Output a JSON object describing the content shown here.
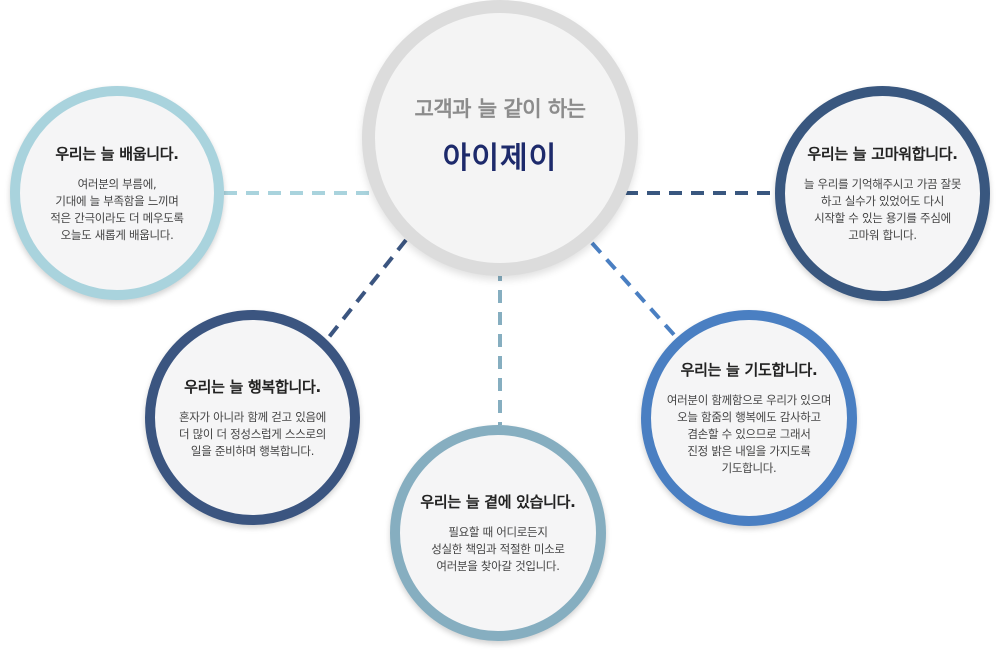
{
  "center": {
    "subtitle": "고객과 늘 같이 하는",
    "brand": "아이제이"
  },
  "nodes": {
    "learn": {
      "title": "우리는 늘 배웁니다.",
      "body": "여러분의 부름에,\n기대에 늘 부족함을 느끼며\n적은 간극이라도 더 메우도록\n오늘도 새롭게 배웁니다."
    },
    "happy": {
      "title": "우리는 늘 행복합니다.",
      "body": "혼자가 아니라 함께 걷고 있음에\n더 많이 더 정성스럽게 스스로의\n일을 준비하며 행복합니다."
    },
    "beside": {
      "title": "우리는 늘 곁에 있습니다.",
      "body": "필요할 때 어디로든지\n성실한 책임과 적절한 미소로\n여러분을 찾아갈 것입니다."
    },
    "pray": {
      "title": "우리는 늘 기도합니다.",
      "body": "여러분이 함께함으로 우리가 있으며\n오늘 함줌의 행복에도 감사하고\n겸손할 수 있으므로 그래서\n진정 밝은 내일을 가지도록\n기도합니다."
    },
    "thanks": {
      "title": "우리는 늘 고마워합니다.",
      "body": "늘 우리를 기억해주시고 가끔 잘못\n하고 실수가 있었어도 다시\n시작할 수 있는 용기를 주심에\n고마워 합니다."
    }
  },
  "colors": {
    "learn": "#a9d3dd",
    "happy": "#3b5580",
    "beside": "#86aec0",
    "pray": "#4a7fc2",
    "thanks": "#39577f",
    "center_ring": "#dcdcdc",
    "brand": "#1d2a6b"
  }
}
